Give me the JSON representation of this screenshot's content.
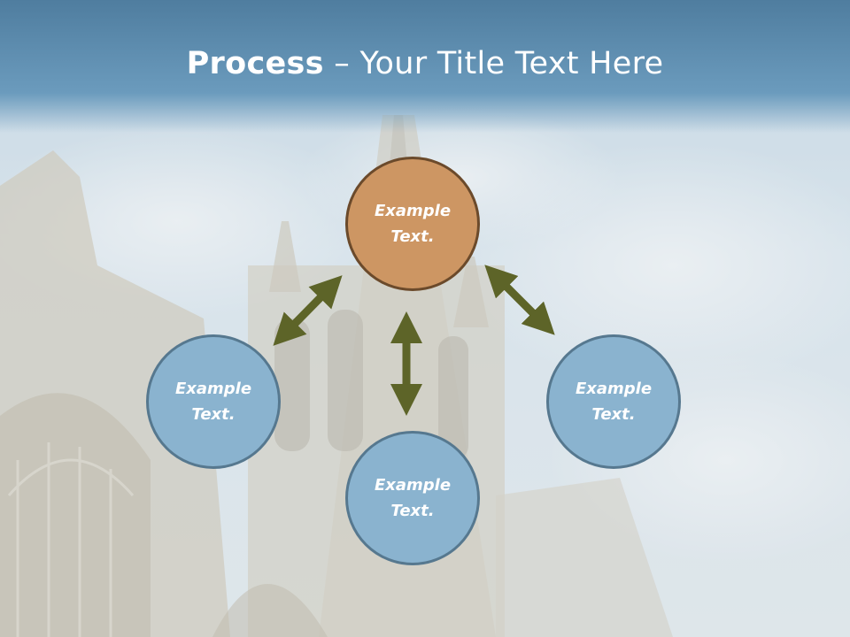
{
  "title": {
    "bold": "Process",
    "rest": " – Your Title Text Here"
  },
  "diagram": {
    "center": {
      "label": "Example Text."
    },
    "left": {
      "label": "Example Text."
    },
    "bottom": {
      "label": "Example Text."
    },
    "right": {
      "label": "Example Text."
    }
  },
  "colors": {
    "title_bar": "#5f8fb2",
    "center_fill": "#cd9663",
    "center_border": "#6b4a2b",
    "leaf_fill": "#8ab3cf",
    "leaf_border": "#56788f",
    "arrow": "#5d6428"
  }
}
